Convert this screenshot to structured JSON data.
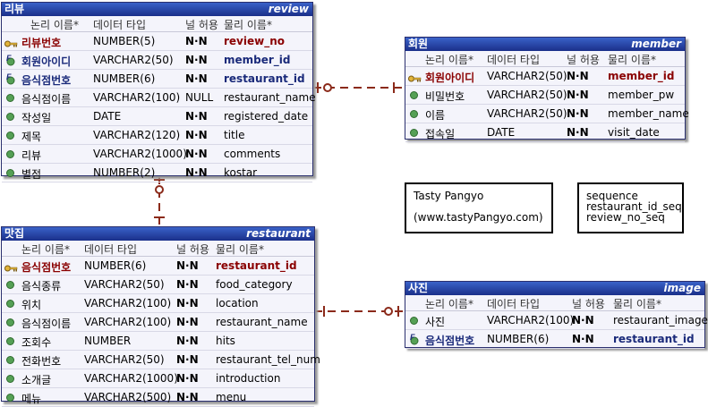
{
  "headers": {
    "logical": "논리 이름*",
    "type": "데이터 타입",
    "nullable": "널 허용",
    "physical": "물리 이름*"
  },
  "entities": {
    "review": {
      "logical": "리뷰",
      "physical": "review",
      "rows": [
        {
          "n": "리뷰번호",
          "t": "NUMBER(5)",
          "u": "N·N",
          "p": "review_no",
          "kind": "pk"
        },
        {
          "n": "회원아이디",
          "t": "VARCHAR2(50)",
          "u": "N·N",
          "p": "member_id",
          "kind": "fk"
        },
        {
          "n": "음식점번호",
          "t": "NUMBER(6)",
          "u": "N·N",
          "p": "restaurant_id",
          "kind": "fk"
        },
        {
          "n": "음식점이름",
          "t": "VARCHAR2(100)",
          "u": "NULL",
          "p": "restaurant_name",
          "kind": "attr"
        },
        {
          "n": "작성일",
          "t": "DATE",
          "u": "N·N",
          "p": "registered_date",
          "kind": "attr"
        },
        {
          "n": "제목",
          "t": "VARCHAR2(120)",
          "u": "N·N",
          "p": "title",
          "kind": "attr"
        },
        {
          "n": "리뷰",
          "t": "VARCHAR2(1000)",
          "u": "N·N",
          "p": "comments",
          "kind": "attr"
        },
        {
          "n": "별점",
          "t": "NUMBER(2)",
          "u": "N·N",
          "p": "kostar",
          "kind": "attr"
        }
      ]
    },
    "member": {
      "logical": "회원",
      "physical": "member",
      "rows": [
        {
          "n": "회원아이디",
          "t": "VARCHAR2(50)",
          "u": "N·N",
          "p": "member_id",
          "kind": "pk"
        },
        {
          "n": "비밀번호",
          "t": "VARCHAR2(50)",
          "u": "N·N",
          "p": "member_pw",
          "kind": "attr"
        },
        {
          "n": "이름",
          "t": "VARCHAR2(50)",
          "u": "N·N",
          "p": "member_name",
          "kind": "attr"
        },
        {
          "n": "접속일",
          "t": "DATE",
          "u": "N·N",
          "p": "visit_date",
          "kind": "attr"
        }
      ]
    },
    "restaurant": {
      "logical": "맛집",
      "physical": "restaurant",
      "rows": [
        {
          "n": "음식점번호",
          "t": "NUMBER(6)",
          "u": "N·N",
          "p": "restaurant_id",
          "kind": "pk"
        },
        {
          "n": "음식종류",
          "t": "VARCHAR2(50)",
          "u": "N·N",
          "p": "food_category",
          "kind": "attr"
        },
        {
          "n": "위치",
          "t": "VARCHAR2(100)",
          "u": "N·N",
          "p": "location",
          "kind": "attr"
        },
        {
          "n": "음식점이름",
          "t": "VARCHAR2(100)",
          "u": "N·N",
          "p": "restaurant_name",
          "kind": "attr"
        },
        {
          "n": "조회수",
          "t": "NUMBER",
          "u": "N·N",
          "p": "hits",
          "kind": "attr"
        },
        {
          "n": "전화번호",
          "t": "VARCHAR2(50)",
          "u": "N·N",
          "p": "restaurant_tel_num",
          "kind": "attr"
        },
        {
          "n": "소개글",
          "t": "VARCHAR2(1000)",
          "u": "N·N",
          "p": "introduction",
          "kind": "attr"
        },
        {
          "n": "메뉴",
          "t": "VARCHAR2(500)",
          "u": "N·N",
          "p": "menu",
          "kind": "attr"
        }
      ]
    },
    "image": {
      "logical": "사진",
      "physical": "image",
      "rows": [
        {
          "n": "사진",
          "t": "VARCHAR2(100)",
          "u": "N·N",
          "p": "restaurant_image",
          "kind": "attr"
        },
        {
          "n": "음식점번호",
          "t": "NUMBER(6)",
          "u": "N·N",
          "p": "restaurant_id",
          "kind": "fk"
        }
      ]
    }
  },
  "notes": {
    "project": {
      "line1": "Tasty Pangyo",
      "line2": "(www.tastyPangyo.com)"
    },
    "sequences": {
      "line1": "sequence",
      "line2": "restaurant_id_seq",
      "line3": "review_no_seq"
    }
  },
  "colors": {
    "relationship": "#8b2a1a",
    "title_bar": "#2440a8",
    "pk_text": "#8a0000",
    "fk_text": "#1a2a7a"
  }
}
